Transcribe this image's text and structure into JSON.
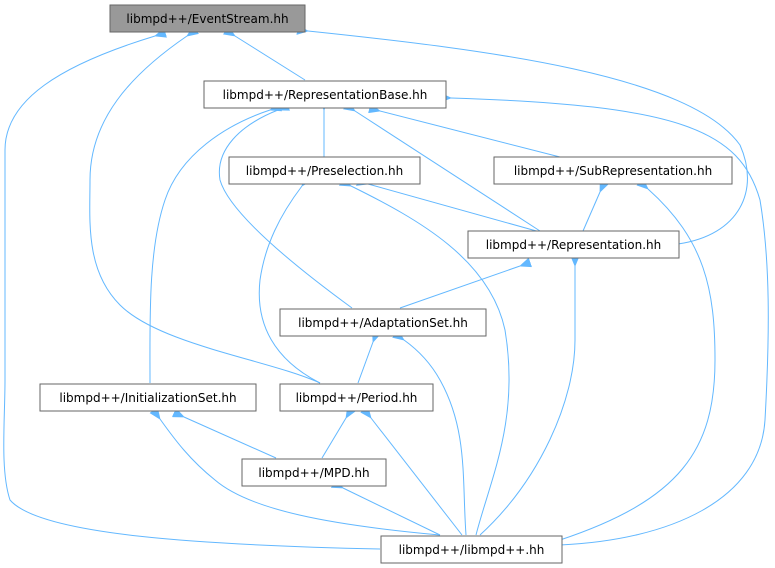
{
  "diagram": {
    "colors": {
      "edge": "#63b8ff",
      "node_border": "#666666",
      "node_fill": "#ffffff",
      "root_fill": "#999999"
    },
    "nodes": [
      {
        "id": "eventstream",
        "label": "libmpd++/EventStream.hh"
      },
      {
        "id": "representationbase",
        "label": "libmpd++/RepresentationBase.hh"
      },
      {
        "id": "preselection",
        "label": "libmpd++/Preselection.hh"
      },
      {
        "id": "subrepresentation",
        "label": "libmpd++/SubRepresentation.hh"
      },
      {
        "id": "representation",
        "label": "libmpd++/Representation.hh"
      },
      {
        "id": "adaptationset",
        "label": "libmpd++/AdaptationSet.hh"
      },
      {
        "id": "initializationset",
        "label": "libmpd++/InitializationSet.hh"
      },
      {
        "id": "period",
        "label": "libmpd++/Period.hh"
      },
      {
        "id": "mpd",
        "label": "libmpd++/MPD.hh"
      },
      {
        "id": "libmpdpp",
        "label": "libmpd++/libmpd++.hh"
      }
    ],
    "edges": [
      {
        "from": "representationbase",
        "to": "eventstream"
      },
      {
        "from": "representation",
        "to": "eventstream"
      },
      {
        "from": "period",
        "to": "eventstream"
      },
      {
        "from": "libmpdpp",
        "to": "eventstream"
      },
      {
        "from": "preselection",
        "to": "representationbase"
      },
      {
        "from": "subrepresentation",
        "to": "representationbase"
      },
      {
        "from": "representation",
        "to": "representationbase"
      },
      {
        "from": "adaptationset",
        "to": "representationbase"
      },
      {
        "from": "initializationset",
        "to": "representationbase"
      },
      {
        "from": "libmpdpp",
        "to": "representationbase"
      },
      {
        "from": "representation",
        "to": "preselection"
      },
      {
        "from": "period",
        "to": "preselection"
      },
      {
        "from": "libmpdpp",
        "to": "preselection"
      },
      {
        "from": "representation",
        "to": "subrepresentation"
      },
      {
        "from": "libmpdpp",
        "to": "subrepresentation"
      },
      {
        "from": "adaptationset",
        "to": "representation"
      },
      {
        "from": "libmpdpp",
        "to": "representation"
      },
      {
        "from": "period",
        "to": "adaptationset"
      },
      {
        "from": "libmpdpp",
        "to": "adaptationset"
      },
      {
        "from": "mpd",
        "to": "initializationset"
      },
      {
        "from": "libmpdpp",
        "to": "initializationset"
      },
      {
        "from": "mpd",
        "to": "period"
      },
      {
        "from": "libmpdpp",
        "to": "period"
      },
      {
        "from": "libmpdpp",
        "to": "mpd"
      }
    ]
  }
}
